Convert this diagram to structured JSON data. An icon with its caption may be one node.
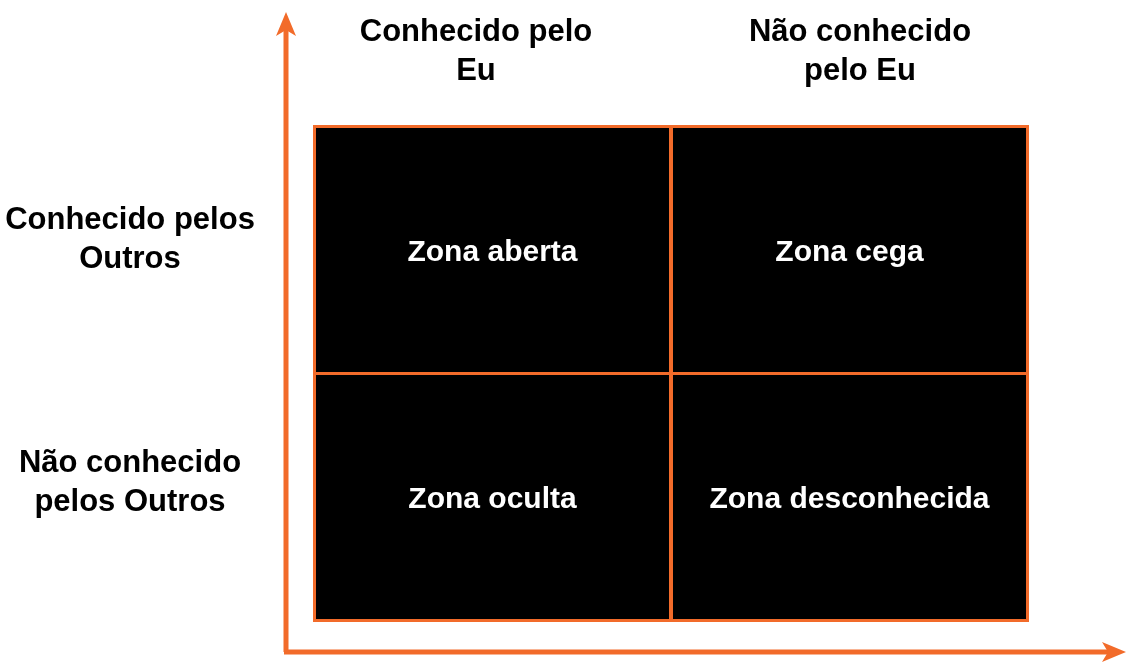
{
  "diagram": {
    "nodes": [
      {
        "text": [
          "Zona aberta"
        ]
      },
      {
        "text": [
          "Zona cega"
        ]
      },
      {
        "text": [
          "Zona oculta"
        ]
      },
      {
        "text": [
          "Zona desconhecida"
        ]
      }
    ],
    "labels": [
      "Conhecido pelo Eu",
      "Não conhecido pelo Eu",
      "Conhecido pelos Outros",
      "Não conhecido pelos Outros"
    ]
  }
}
